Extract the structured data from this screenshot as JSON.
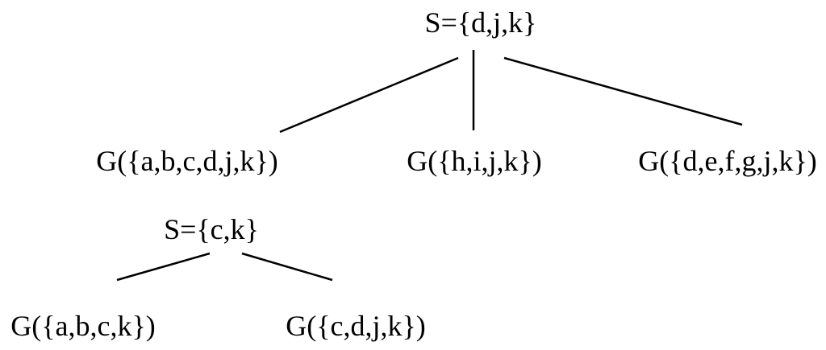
{
  "diagram": {
    "type": "tree",
    "nodes": [
      {
        "id": "root",
        "label": "S={d,j,k}"
      },
      {
        "id": "g-abcdjk",
        "label": "G({a,b,c,d,j,k})"
      },
      {
        "id": "g-hijk",
        "label": "G({h,i,j,k})"
      },
      {
        "id": "g-defgjk",
        "label": "G({d,e,f,g,j,k})"
      },
      {
        "id": "sub",
        "label": "S={c,k}"
      },
      {
        "id": "g-abck",
        "label": "G({a,b,c,k})"
      },
      {
        "id": "g-cdjk",
        "label": "G({c,d,j,k})"
      }
    ],
    "edges": [
      {
        "from": "root",
        "to": "g-abcdjk"
      },
      {
        "from": "root",
        "to": "g-hijk"
      },
      {
        "from": "root",
        "to": "g-defgjk"
      },
      {
        "from": "sub",
        "to": "g-abck"
      },
      {
        "from": "sub",
        "to": "g-cdjk"
      }
    ],
    "line_color": "#000000"
  }
}
